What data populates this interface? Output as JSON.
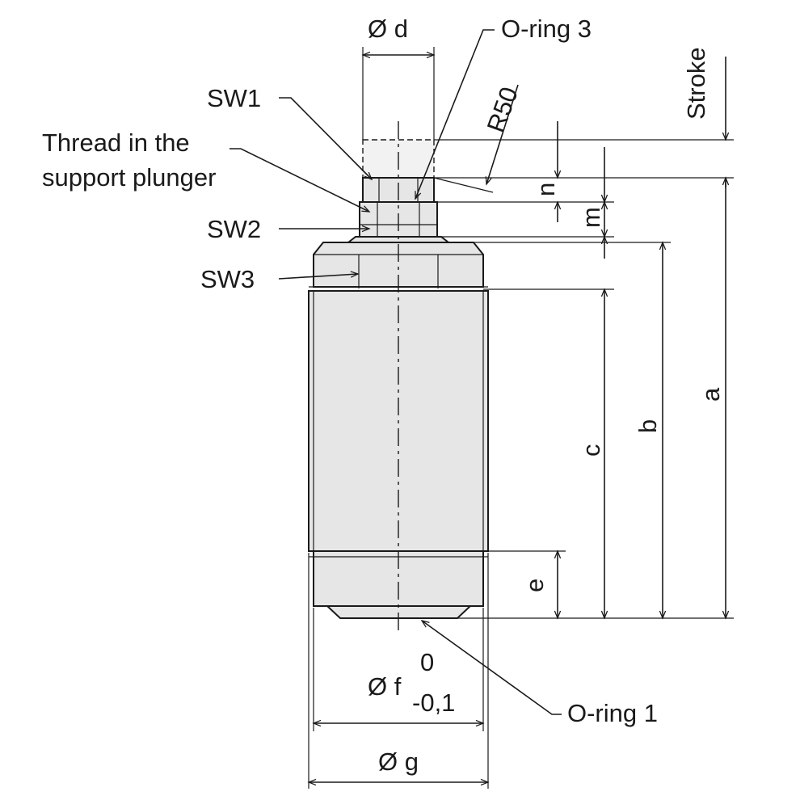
{
  "colors": {
    "ink": "#1a1a1a",
    "body_fill": "#e6e6e6",
    "background": "#ffffff"
  },
  "labels": {
    "diameter_d": "Ø d",
    "o_ring_3": "O-ring 3",
    "stroke": "Stroke",
    "radius": "R50",
    "sw1": "SW1",
    "thread_line1": "Thread in the",
    "thread_line2": "support plunger",
    "sw2": "SW2",
    "sw3": "SW3",
    "dim_n": "n",
    "dim_m": "m",
    "dim_a": "a",
    "dim_b": "b",
    "dim_c": "c",
    "dim_e": "e",
    "diameter_f": "Ø f",
    "tol_upper": "0",
    "tol_lower": "-0,1",
    "o_ring_1": "O-ring 1",
    "diameter_g": "Ø g"
  }
}
